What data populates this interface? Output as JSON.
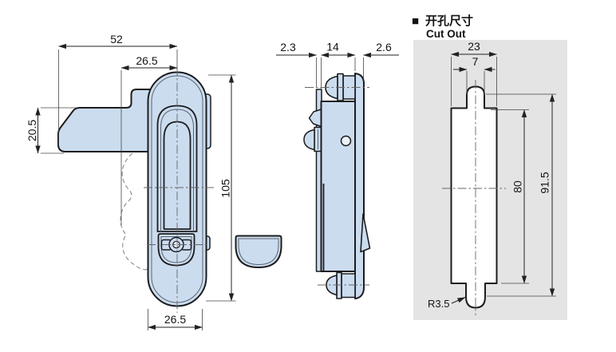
{
  "section_header": {
    "marker": "■",
    "title_cn": "开孔尺寸",
    "title_en": "Cut Out"
  },
  "front_view": {
    "dim_top_width": "52",
    "dim_upper_width": "26.5",
    "dim_arm_height": "20.5",
    "dim_body_height": "105",
    "dim_bottom_width": "26.5"
  },
  "side_view": {
    "dim_panel_thickness": "2.3",
    "dim_body_depth": "14",
    "dim_head_depth": "2.6"
  },
  "cutout_view": {
    "dim_width": "23",
    "dim_notch_width": "7",
    "dim_inner_height": "80",
    "dim_total_height": "91.5",
    "dim_corner_radius": "R3.5"
  },
  "colors": {
    "part_fill": "#cbdcef",
    "hatch_fill": "#b2c0cd",
    "panel_background": "#e4e4e5",
    "outline": "#1c1c1e",
    "background": "#ffffff"
  }
}
